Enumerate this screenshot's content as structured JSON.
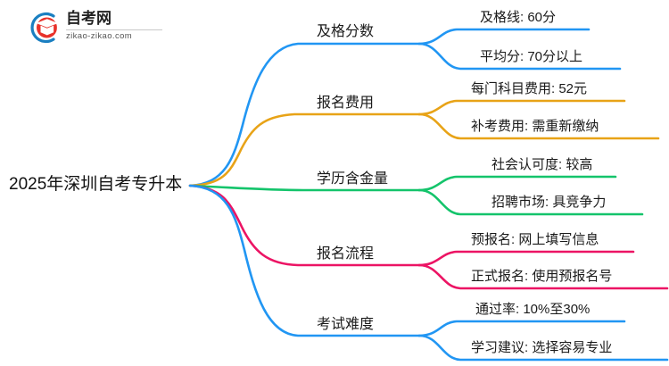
{
  "logo": {
    "title": "自考网",
    "domain": "zikao-zikao.com",
    "mark_icon": "graduation-cap-icon",
    "arc_color": "#1a7fc1",
    "cap_color": "#e8322b"
  },
  "mindmap": {
    "root": {
      "label": "2025年深圳自考专升本"
    },
    "branches": [
      {
        "label": "及格分数",
        "color": "#2196f3",
        "children": [
          {
            "label": "及格线: 60分"
          },
          {
            "label": "平均分: 70分以上"
          }
        ]
      },
      {
        "label": "报名费用",
        "color": "#e8a317",
        "children": [
          {
            "label": "每门科目费用: 52元"
          },
          {
            "label": "补考费用: 需重新缴纳"
          }
        ]
      },
      {
        "label": "学历含金量",
        "color": "#14c46b",
        "children": [
          {
            "label": "社会认可度: 较高"
          },
          {
            "label": "招聘市场: 具竞争力"
          }
        ]
      },
      {
        "label": "报名流程",
        "color": "#ec1464",
        "children": [
          {
            "label": "预报名: 网上填写信息"
          },
          {
            "label": "正式报名: 使用预报名号"
          }
        ]
      },
      {
        "label": "考试难度",
        "color": "#2196f3",
        "children": [
          {
            "label": "通过率: 10%至30%"
          },
          {
            "label": "学习建议: 选择容易专业"
          }
        ]
      }
    ]
  }
}
